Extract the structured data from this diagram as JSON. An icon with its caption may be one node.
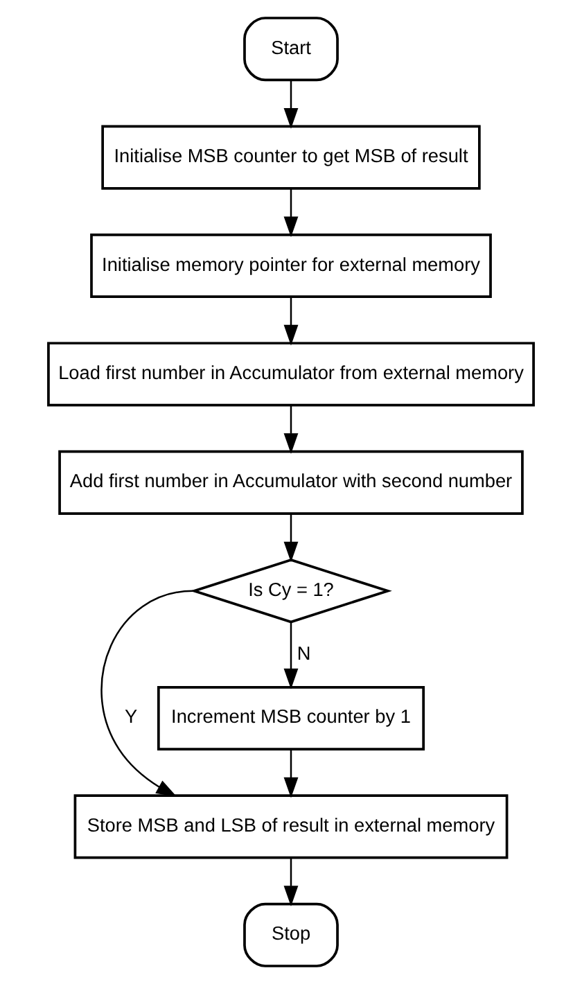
{
  "diagram": {
    "nodes": [
      {
        "text": [
          "Start"
        ]
      },
      {
        "text": [
          "Initialise MSB counter to get MSB of result"
        ]
      },
      {
        "text": [
          "Initialise memory pointer for external memory"
        ]
      },
      {
        "text": [
          "Load first number in Accumulator from external memory"
        ]
      },
      {
        "text": [
          "Add first number in Accumulator with second number"
        ]
      },
      {
        "text": [
          "Is Cy = 1?"
        ]
      },
      {
        "text": [
          "Increment MSB counter by 1"
        ]
      },
      {
        "text": [
          "Store MSB and LSB of result in external memory"
        ]
      },
      {
        "text": [
          "Stop"
        ]
      }
    ],
    "edges": [
      {
        "from": 0,
        "to": 1,
        "arrow": "to"
      },
      {
        "from": 1,
        "to": 2,
        "arrow": "to"
      },
      {
        "from": 2,
        "to": 3,
        "arrow": "to"
      },
      {
        "from": 3,
        "to": 4,
        "arrow": "to"
      },
      {
        "from": 4,
        "to": 5,
        "arrow": "to"
      },
      {
        "from": 5,
        "to": 6,
        "label": "N",
        "arrow": "to"
      },
      {
        "from": 5,
        "to": 7,
        "label": "Y",
        "arrow": "to"
      },
      {
        "from": 6,
        "to": 7,
        "arrow": "to"
      },
      {
        "from": 7,
        "to": 8,
        "arrow": "to"
      }
    ]
  }
}
